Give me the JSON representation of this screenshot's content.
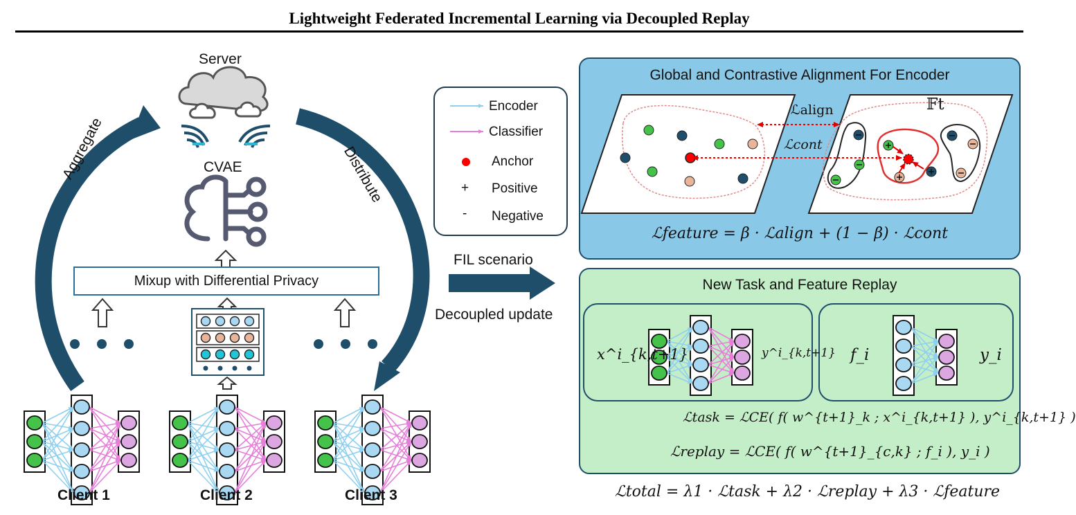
{
  "title": "Lightweight Federated Incremental Learning via Decoupled Replay",
  "left": {
    "server_label": "Server",
    "cvae_label": "CVAE",
    "aggregate_label": "Aggregate",
    "distribute_label": "Distribute",
    "mixup_label": "Mixup with Differential Privacy",
    "ellipsis": "• • •",
    "clients": [
      "Client 1",
      "Client 2",
      "Client 3"
    ]
  },
  "legend": {
    "items": [
      {
        "label": "Encoder",
        "symbol": "blue-arrow",
        "color": "#8fd0ef"
      },
      {
        "label": "Classifier",
        "symbol": "pink-arrow",
        "color": "#e67fd9"
      },
      {
        "label": "Anchor",
        "symbol": "red-dot",
        "color": "#ff0000"
      },
      {
        "label": "Positive",
        "symbol": "+"
      },
      {
        "label": "Negative",
        "symbol": "-"
      }
    ]
  },
  "middle": {
    "top_label": "FIL scenario",
    "bottom_label": "Decoupled update"
  },
  "global_panel": {
    "title": "Global and Contrastive Alignment For Encoder",
    "l_align": "ℒalign",
    "l_cont": "ℒcont",
    "feature_space": "𝔽t",
    "formula": "ℒfeature = β · ℒalign + (1 − β) · ℒcont",
    "color": "#8ac8e8"
  },
  "replay_panel": {
    "title": "New Task and Feature Replay",
    "input_left": "x^i_{k,t+1}",
    "output_left": "y^i_{k,t+1}",
    "input_right": "f_i",
    "output_right": "y_i",
    "task_formula": "ℒtask = ℒCE( f( w^{t+1}_k ; x^i_{k,t+1} ), y^i_{k,t+1} )",
    "replay_formula": "ℒreplay = ℒCE( f( w^{t+1}_{c,k} ; f_i ), y_i )",
    "color": "#c4eec7"
  },
  "total_formula": "ℒtotal = λ1 · ℒtask + λ2 · ℒreplay + λ3 · ℒfeature",
  "colors": {
    "green_node": "#44c24a",
    "blue_node": "#a8d8f2",
    "pink_node": "#dca6e0",
    "orange_node": "#e9b59a",
    "cyan_node": "#22c4d8",
    "dark_blue": "#1f4e6b",
    "arrow_blue": "#8fd0ef",
    "arrow_pink": "#e67fd9"
  }
}
